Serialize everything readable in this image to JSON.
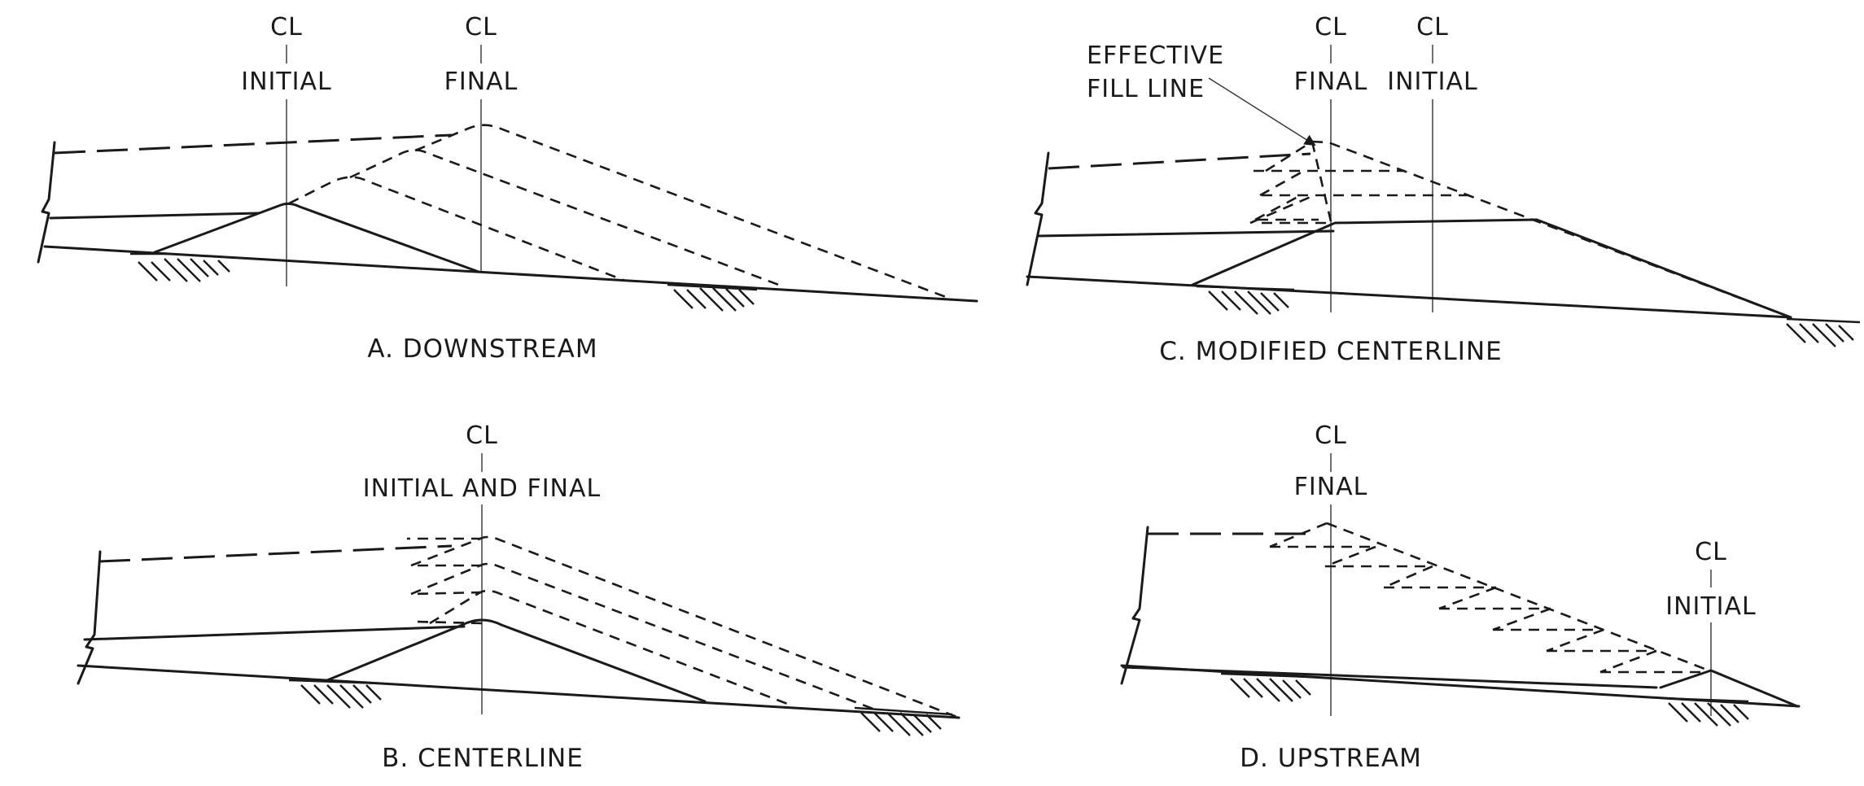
{
  "panels": {
    "a": {
      "title": "A. DOWNSTREAM",
      "cl_initial": {
        "top": "CL",
        "bottom": "INITIAL"
      },
      "cl_final": {
        "top": "CL",
        "bottom": "FINAL"
      }
    },
    "b": {
      "title": "B. CENTERLINE",
      "cl": {
        "top": "CL",
        "bottom": "INITIAL AND FINAL"
      }
    },
    "c": {
      "title": "C. MODIFIED CENTERLINE",
      "annotation_line1": "EFFECTIVE",
      "annotation_line2": "FILL LINE",
      "cl_final": {
        "top": "CL",
        "bottom": "FINAL"
      },
      "cl_initial": {
        "top": "CL",
        "bottom": "INITIAL"
      }
    },
    "d": {
      "title": "D. UPSTREAM",
      "cl_final": {
        "top": "CL",
        "bottom": "FINAL"
      },
      "cl_initial": {
        "top": "CL",
        "bottom": "INITIAL"
      }
    }
  }
}
